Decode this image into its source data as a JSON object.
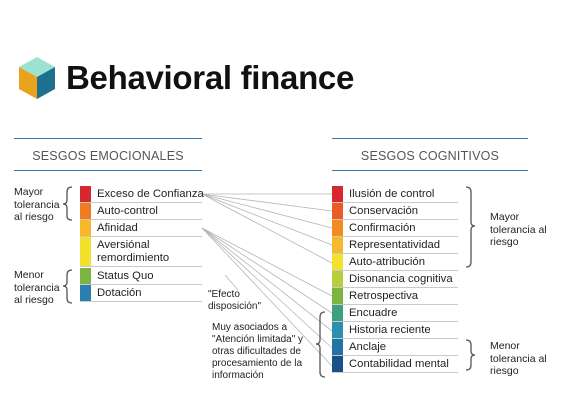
{
  "title": "Behavioral finance",
  "left": {
    "header": "SESGOS EMOCIONALES",
    "items": [
      {
        "label": "Exceso de Confianza",
        "color": "#d7282f"
      },
      {
        "label": "Auto-control",
        "color": "#f07c22"
      },
      {
        "label": "Afinidad",
        "color": "#f8b62b"
      },
      {
        "label": "Aversiónal remordimiento",
        "color": "#f4e12e"
      },
      {
        "label": "Status Quo",
        "color": "#7cb342"
      },
      {
        "label": "Dotación",
        "color": "#2b7fae"
      }
    ],
    "top_label": "Mayor tolerancia al riesgo",
    "bottom_label": "Menor tolerancia al riesgo"
  },
  "right": {
    "header": "SESGOS COGNITIVOS",
    "items": [
      {
        "label": "Ilusión de control",
        "color": "#d7282f"
      },
      {
        "label": "Conservación",
        "color": "#ec5a26"
      },
      {
        "label": "Confirmación",
        "color": "#f38b22"
      },
      {
        "label": "Representatividad",
        "color": "#f7b92c"
      },
      {
        "label": "Auto-atribución",
        "color": "#f4e12e"
      },
      {
        "label": "Disonancia cognitiva",
        "color": "#b6cf3c"
      },
      {
        "label": "Retrospectiva",
        "color": "#7cb342"
      },
      {
        "label": "Encuadre",
        "color": "#3f9f7a"
      },
      {
        "label": "Historia reciente",
        "color": "#2b8fb0"
      },
      {
        "label": "Anclaje",
        "color": "#2274a5"
      },
      {
        "label": "Contabilidad mental",
        "color": "#1b4f88"
      }
    ],
    "top_label": "Mayor tolerancia al riesgo",
    "bottom_label": "Menor tolerancia al riesgo"
  },
  "notes": {
    "effect": "\"Efecto disposición\"",
    "attention": "Muy asociados a \"Atención limitada\" y otras dificultades de procesamiento de la información"
  },
  "colors": {
    "rule": "#3a78b5",
    "bracket": "#555555",
    "connector": "#b5b5b5"
  }
}
